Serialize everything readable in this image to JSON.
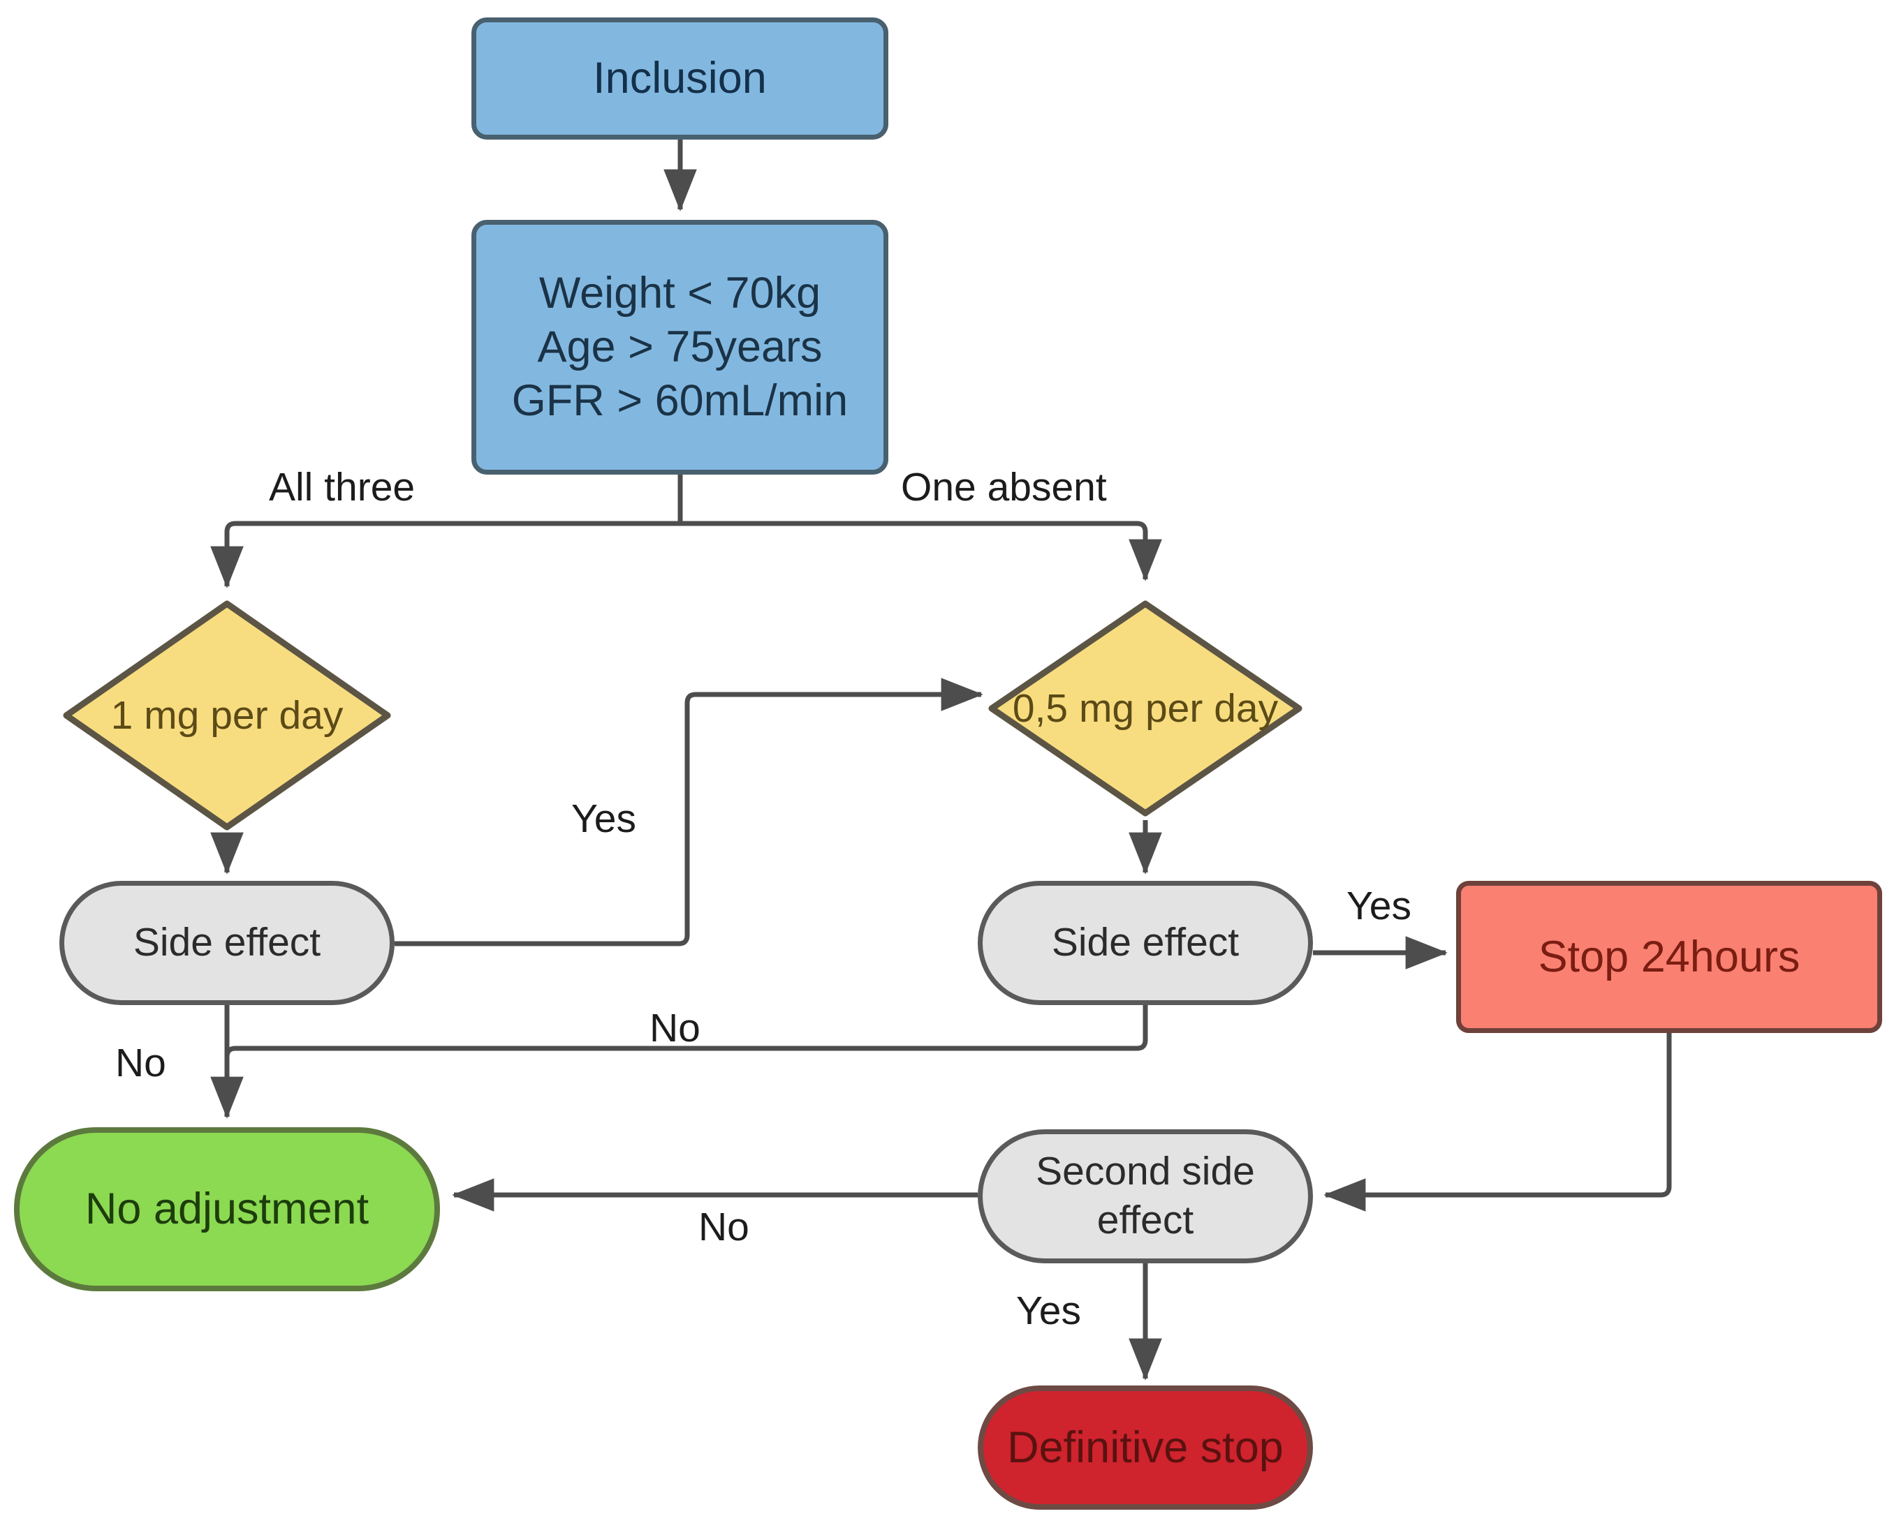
{
  "diagram": {
    "title": "Colchicine dose-adjustment flowchart",
    "type": "flowchart",
    "colors": {
      "blue_fill": "#82b8e0",
      "blue_stroke": "#49606f",
      "yellow_fill": "#f7dd7f",
      "yellow_stroke": "#5c5545",
      "grey_fill": "#e3e3e3",
      "grey_stroke": "#5a5a5a",
      "salmon_fill": "#fa8072",
      "salmon_stroke": "#6e413a",
      "green_fill": "#8cd952",
      "green_stroke": "#5d7a3e",
      "red_fill": "#cf232e",
      "red_stroke": "#6e4a44",
      "edge_stroke": "#4d4d4d",
      "background": "#ffffff"
    },
    "nodes": {
      "inclusion": {
        "label": "Inclusion",
        "shape": "rectangle"
      },
      "criteria": {
        "shape": "rectangle",
        "lines": [
          "Weight < 70kg",
          "Age > 75years",
          "GFR > 60mL/min"
        ],
        "line1": "Weight < 70kg",
        "line2": "Age > 75years",
        "line3": "GFR > 60mL/min"
      },
      "dose_full": {
        "shape": "diamond",
        "line1": "1 mg",
        "line2": "per day"
      },
      "dose_half": {
        "shape": "diamond",
        "line1": "0,5 mg",
        "line2": "per day"
      },
      "side_effect_left": {
        "label": "Side effect",
        "shape": "stadium"
      },
      "side_effect_right": {
        "label": "Side effect",
        "shape": "stadium"
      },
      "stop_24h": {
        "label": "Stop 24hours",
        "shape": "rectangle"
      },
      "no_adjustment": {
        "label": "No adjustment",
        "shape": "stadium"
      },
      "second_side_effect": {
        "shape": "stadium",
        "line1": "Second side",
        "line2": "effect"
      },
      "definitive_stop": {
        "label": "Definitive stop",
        "shape": "stadium"
      }
    },
    "edge_labels": {
      "all_three": "All three",
      "one_absent": "One absent",
      "yes_left_side_effect": "Yes",
      "yes_right_side_effect": "Yes",
      "no_left_side_effect": "No",
      "no_right_side_effect": "No",
      "no_second_side_effect": "No",
      "yes_second_side_effect": "Yes"
    },
    "edges": [
      {
        "from": "inclusion",
        "to": "criteria",
        "label": ""
      },
      {
        "from": "criteria",
        "to": "dose_full",
        "label": "All three"
      },
      {
        "from": "criteria",
        "to": "dose_half",
        "label": "One absent"
      },
      {
        "from": "dose_full",
        "to": "side_effect_left",
        "label": ""
      },
      {
        "from": "dose_half",
        "to": "side_effect_right",
        "label": ""
      },
      {
        "from": "side_effect_left",
        "to": "dose_half",
        "label": "Yes"
      },
      {
        "from": "side_effect_left",
        "to": "no_adjustment",
        "label": "No"
      },
      {
        "from": "side_effect_right",
        "to": "stop_24h",
        "label": "Yes"
      },
      {
        "from": "side_effect_right",
        "to": "no_adjustment",
        "label": "No"
      },
      {
        "from": "stop_24h",
        "to": "second_side_effect",
        "label": ""
      },
      {
        "from": "second_side_effect",
        "to": "no_adjustment",
        "label": "No"
      },
      {
        "from": "second_side_effect",
        "to": "definitive_stop",
        "label": "Yes"
      }
    ]
  }
}
